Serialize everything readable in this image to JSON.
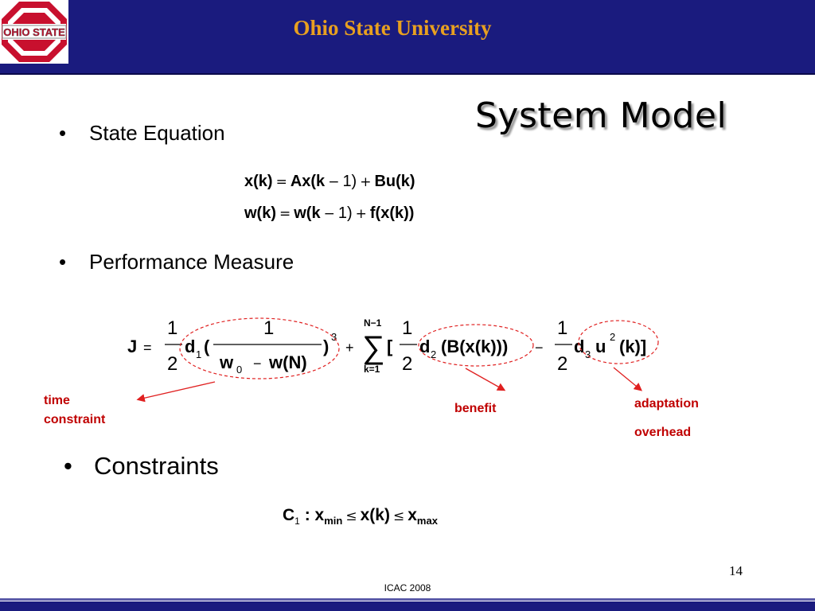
{
  "header": {
    "title": "Ohio State University",
    "logo_text": "OHIO STATE"
  },
  "slide": {
    "title": "System Model",
    "bullets": [
      {
        "label": "State Equation"
      },
      {
        "label": "Performance Measure"
      },
      {
        "label": "Constraints"
      }
    ],
    "state_equations": {
      "eq1_lhs": "x(k)",
      "eq1_rhs_a": "Ax(k",
      "eq1_rhs_b": "1)",
      "eq1_rhs_c": "Bu(k)",
      "eq2_lhs": "w(k)",
      "eq2_rhs_a": "w(k",
      "eq2_rhs_b": "1)",
      "eq2_rhs_c": "f(x(k))"
    },
    "performance": {
      "J": "J",
      "one": "1",
      "two": "2",
      "d1": "d",
      "d1_sub": "1",
      "w0": "w",
      "w0_sub": "0",
      "wN": "w(N)",
      "exp3": "3",
      "sum_top": "N−1",
      "sum_bottom": "k=1",
      "d2": "d",
      "d2_sub": "2",
      "bx": "(B(x(k)))",
      "d3": "d",
      "d3_sub": "3",
      "u": "u",
      "u_exp": "2",
      "uk": "(k)]"
    },
    "annotations": {
      "time_constraint_1": "time",
      "time_constraint_2": "constraint",
      "benefit": "benefit",
      "adaptation_1": "adaptation",
      "adaptation_2": "overhead"
    },
    "constraint": {
      "c": "C",
      "c_sub": "1",
      "colon": ":",
      "x": "x",
      "min": "min",
      "xk": "x(k)",
      "xmax": "x",
      "max": "max"
    },
    "page_number": "14",
    "footer": "ICAC 2008"
  },
  "colors": {
    "header_bg": "#1a1b7e",
    "header_title": "#e8a020",
    "annotation": "#c00000",
    "ellipse": "#e02020",
    "logo_red": "#c8102e"
  }
}
